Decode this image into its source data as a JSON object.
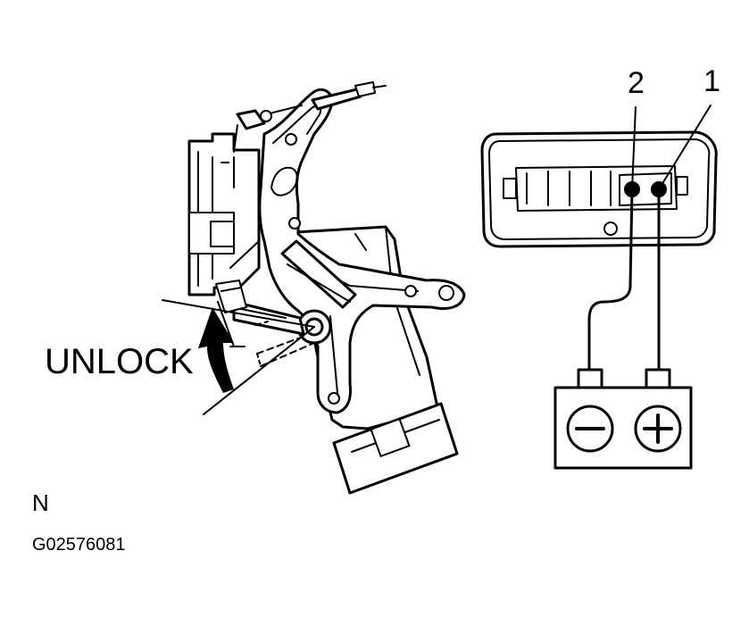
{
  "diagram": {
    "terminal_labels": [
      "2",
      "1"
    ],
    "direction_label": "UNLOCK",
    "view_label": "N",
    "figure_code": "G02576081"
  }
}
